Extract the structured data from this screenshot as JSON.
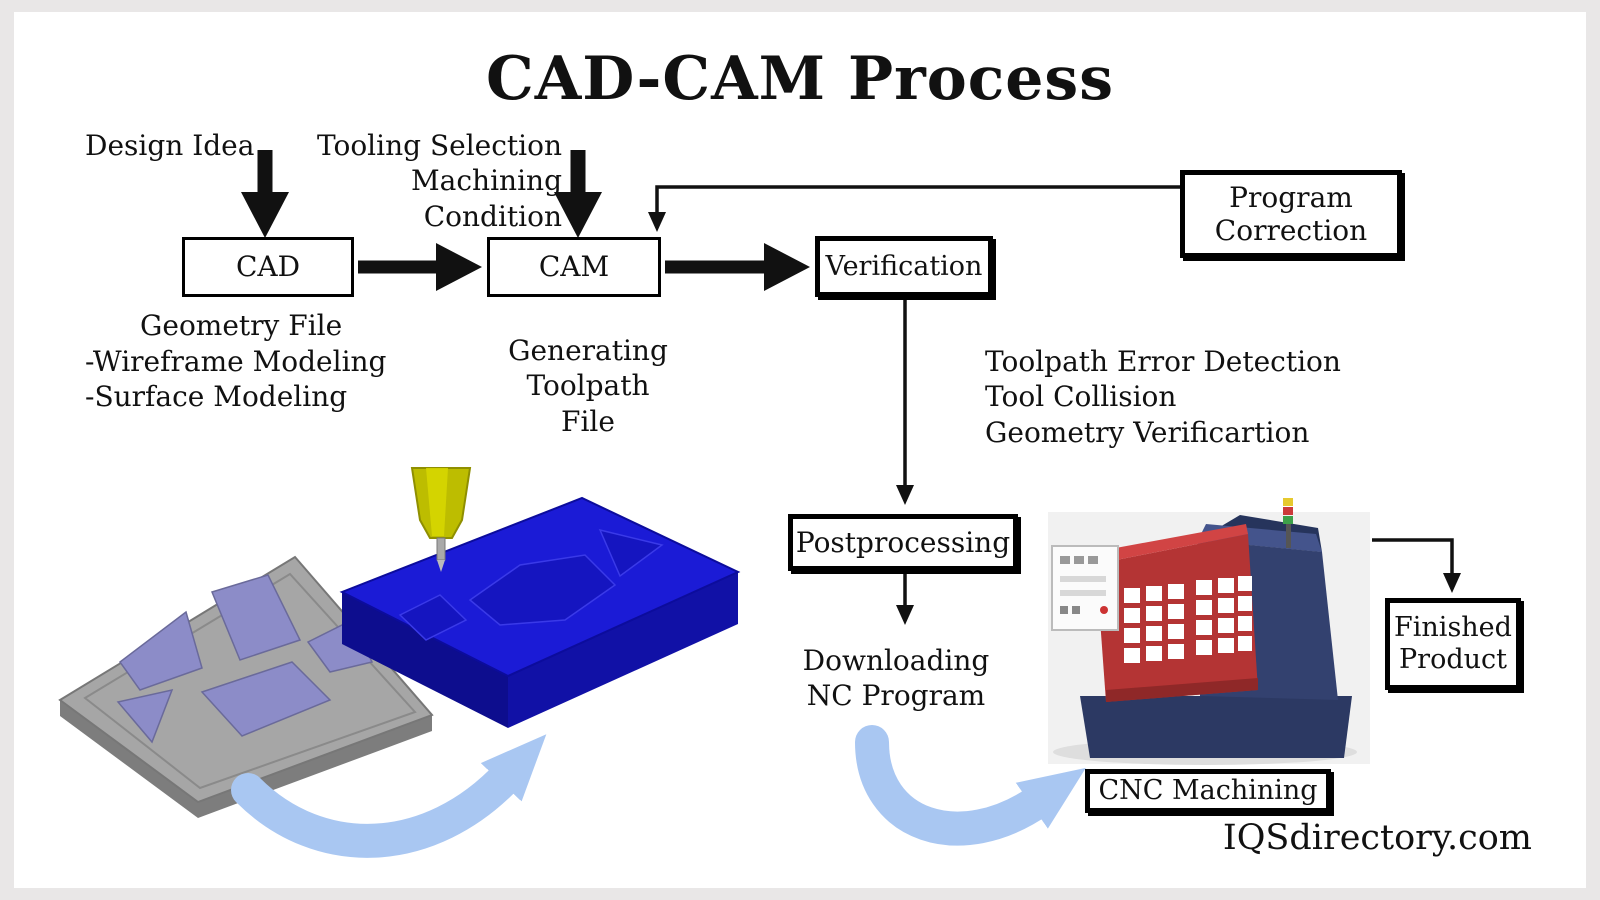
{
  "page": {
    "title": "CAD-CAM Process",
    "watermark": "IQSdirectory.com"
  },
  "nodes": {
    "cad": "CAD",
    "cam": "CAM",
    "verification": "Verification",
    "program_correction": "Program\nCorrection",
    "postprocessing": "Postprocessing",
    "cnc_machining": "CNC Machining",
    "finished_product": "Finished\nProduct"
  },
  "labels": {
    "design_idea": "Design Idea",
    "tooling": "Tooling Selection\nMachining\nCondition",
    "geometry_title": "Geometry File",
    "geometry_lines": "-Wireframe Modeling\n-Surface Modeling",
    "generating_toolpath": "Generating Toolpath\nFile",
    "toolpath_checks": "Toolpath Error Detection\nTool Collision\nGeometry Verificartion",
    "downloading": "Downloading\nNC Program"
  },
  "colors": {
    "blue_curved_arrow": "#a9c7f2",
    "part_blue": "#1b1bd6",
    "part_gray": "#a6a6a6",
    "tool_yellow": "#bdbd00",
    "machine_red": "#b43434",
    "machine_navy": "#2e3c66"
  }
}
